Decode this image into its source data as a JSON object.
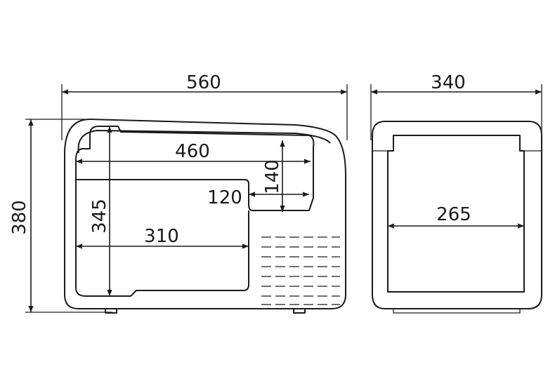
{
  "dimensions": {
    "overall_width": "560",
    "overall_depth": "340",
    "overall_height": "380",
    "interior_width_top": "460",
    "interior_height": "345",
    "interior_width_bottom": "310",
    "step_height": "140",
    "step_depth": "120",
    "interior_width_side": "265"
  },
  "colors": {
    "line": "#1a1a1a",
    "background": "#ffffff"
  }
}
